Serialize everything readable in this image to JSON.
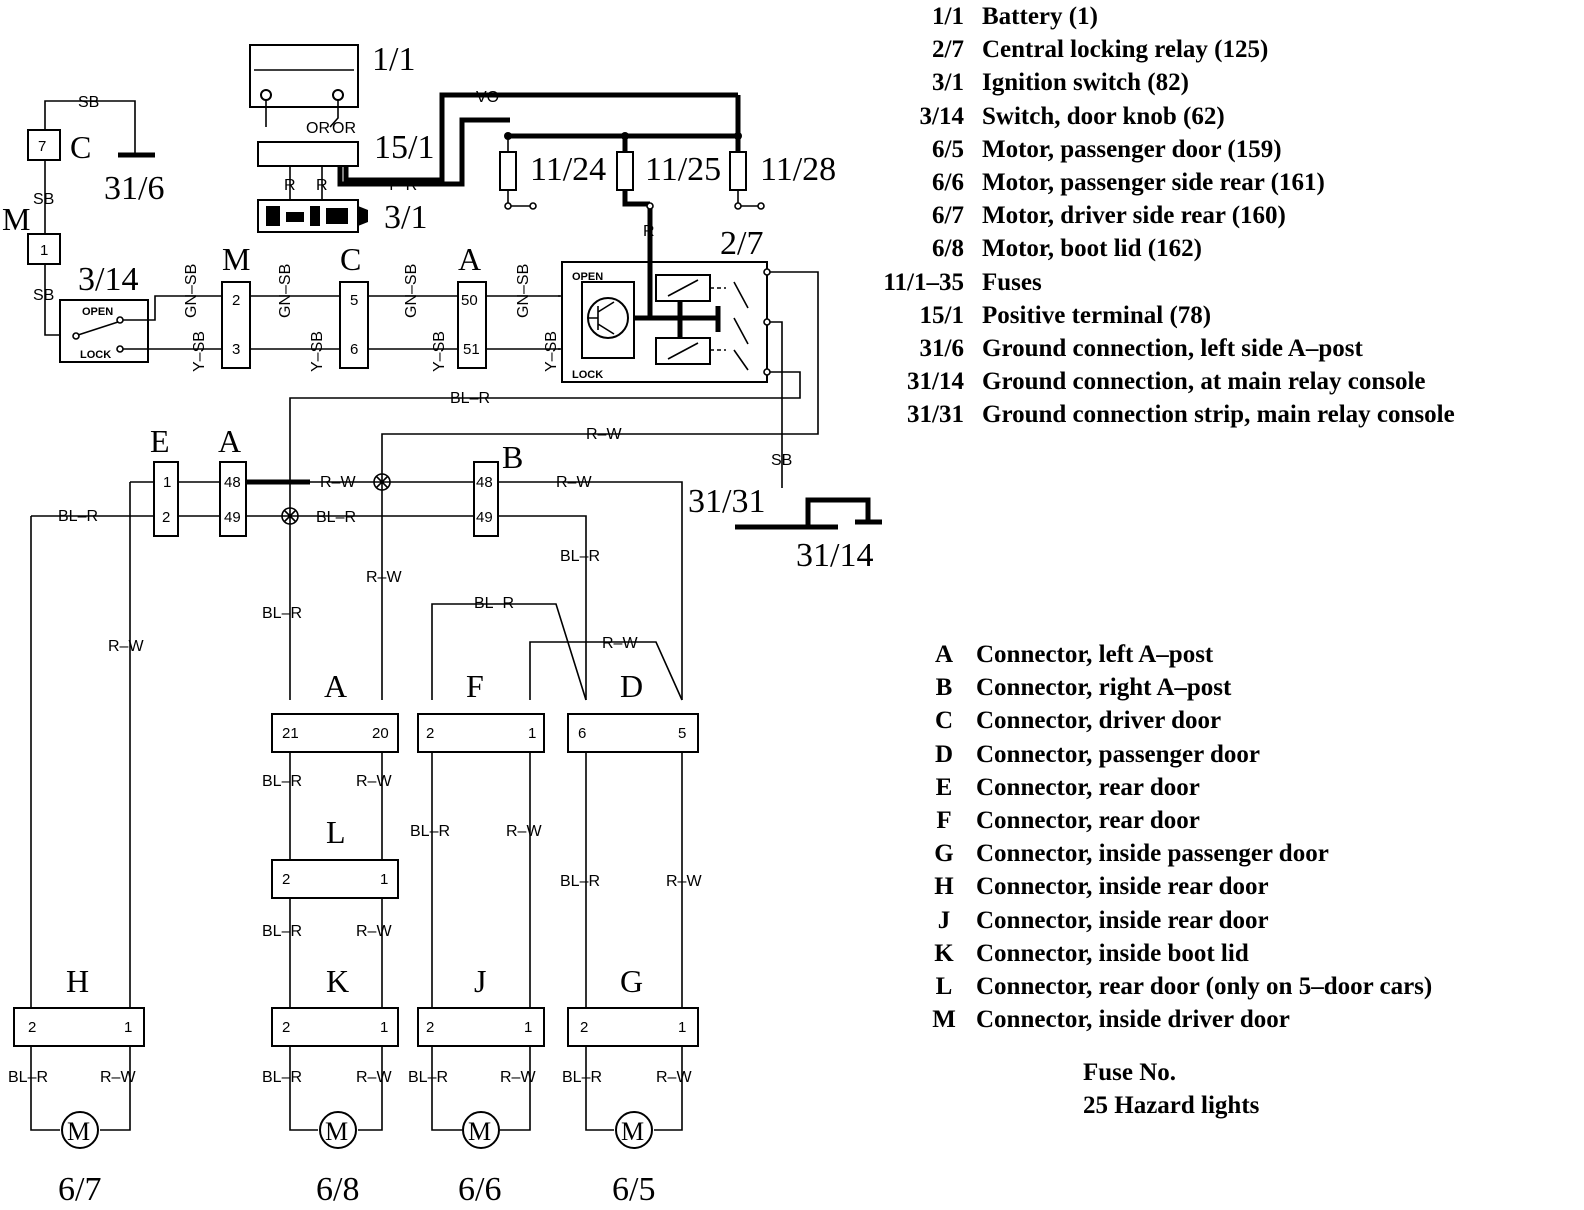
{
  "legend_components": [
    {
      "code": "1/1",
      "desc": "Battery (1)"
    },
    {
      "code": "2/7",
      "desc": "Central locking relay (125)"
    },
    {
      "code": "3/1",
      "desc": "Ignition switch (82)"
    },
    {
      "code": "3/14",
      "desc": "Switch, door knob (62)"
    },
    {
      "code": "6/5",
      "desc": "Motor, passenger door (159)"
    },
    {
      "code": "6/6",
      "desc": "Motor, passenger side rear (161)"
    },
    {
      "code": "6/7",
      "desc": "Motor, driver side rear (160)"
    },
    {
      "code": "6/8",
      "desc": "Motor, boot lid (162)"
    },
    {
      "code": "11/1–35",
      "desc": "Fuses"
    },
    {
      "code": "15/1",
      "desc": "Positive terminal (78)"
    },
    {
      "code": "31/6",
      "desc": "Ground connection, left side A–post"
    },
    {
      "code": "31/14",
      "desc": "Ground connection, at main relay console"
    },
    {
      "code": "31/31",
      "desc": "Ground connection strip, main relay console"
    }
  ],
  "legend_connectors": [
    {
      "code": "A",
      "desc": "Connector, left A–post"
    },
    {
      "code": "B",
      "desc": "Connector, right A–post"
    },
    {
      "code": "C",
      "desc": "Connector, driver door"
    },
    {
      "code": "D",
      "desc": "Connector, passenger door"
    },
    {
      "code": "E",
      "desc": "Connector, rear door"
    },
    {
      "code": "F",
      "desc": "Connector, rear door"
    },
    {
      "code": "G",
      "desc": "Connector, inside passenger door"
    },
    {
      "code": "H",
      "desc": "Connector, inside rear door"
    },
    {
      "code": "J",
      "desc": "Connector, inside rear door"
    },
    {
      "code": "K",
      "desc": "Connector, inside boot lid"
    },
    {
      "code": "L",
      "desc": "Connector, rear door (only on 5–door cars)"
    },
    {
      "code": "M",
      "desc": "Connector, inside driver door"
    }
  ],
  "fuse_note": {
    "title": "Fuse No.",
    "line": "25 Hazard lights"
  },
  "components": {
    "battery": "1/1",
    "positive_terminal": "15/1",
    "ignition_switch": "3/1",
    "door_knob_switch": "3/14",
    "relay": "2/7",
    "ground_a_post": "31/6",
    "ground_strip": "31/31",
    "ground_console": "31/14",
    "fuse_a": "11/24",
    "fuse_b": "11/25",
    "fuse_c": "11/28",
    "motor_6_7": "6/7",
    "motor_6_8": "6/8",
    "motor_6_6": "6/6",
    "motor_6_5": "6/5",
    "motor_symbol": "M"
  },
  "switch_labels": {
    "open": "OPEN",
    "lock": "LOCK"
  },
  "connector_letters": {
    "A": "A",
    "B": "B",
    "C": "C",
    "D": "D",
    "E": "E",
    "F": "F",
    "G": "G",
    "H": "H",
    "J": "J",
    "K": "K",
    "L": "L",
    "M": "M"
  },
  "wire_colors": {
    "SB": "SB",
    "GN_SB": "GN–SB",
    "Y_SB": "Y–SB",
    "VO": "VO",
    "Y_R": "Y–R",
    "R": "R",
    "OR": "OR",
    "BL_R": "BL–R",
    "R_W": "R–W"
  },
  "pins": {
    "c7": "7",
    "m1": "1",
    "m2": "2",
    "m3": "3",
    "c5": "5",
    "c6": "6",
    "a50": "50",
    "a51": "51",
    "e1": "1",
    "e2": "2",
    "a48": "48",
    "a49": "49",
    "b48": "48",
    "b49": "49",
    "a21": "21",
    "a20": "20",
    "f2": "2",
    "f1": "1",
    "d6": "6",
    "d5": "5",
    "l2": "2",
    "l1": "1",
    "h2": "2",
    "h1": "1",
    "k2": "2",
    "k1": "1",
    "j2": "2",
    "j1": "1",
    "g2": "2",
    "g1": "1"
  }
}
